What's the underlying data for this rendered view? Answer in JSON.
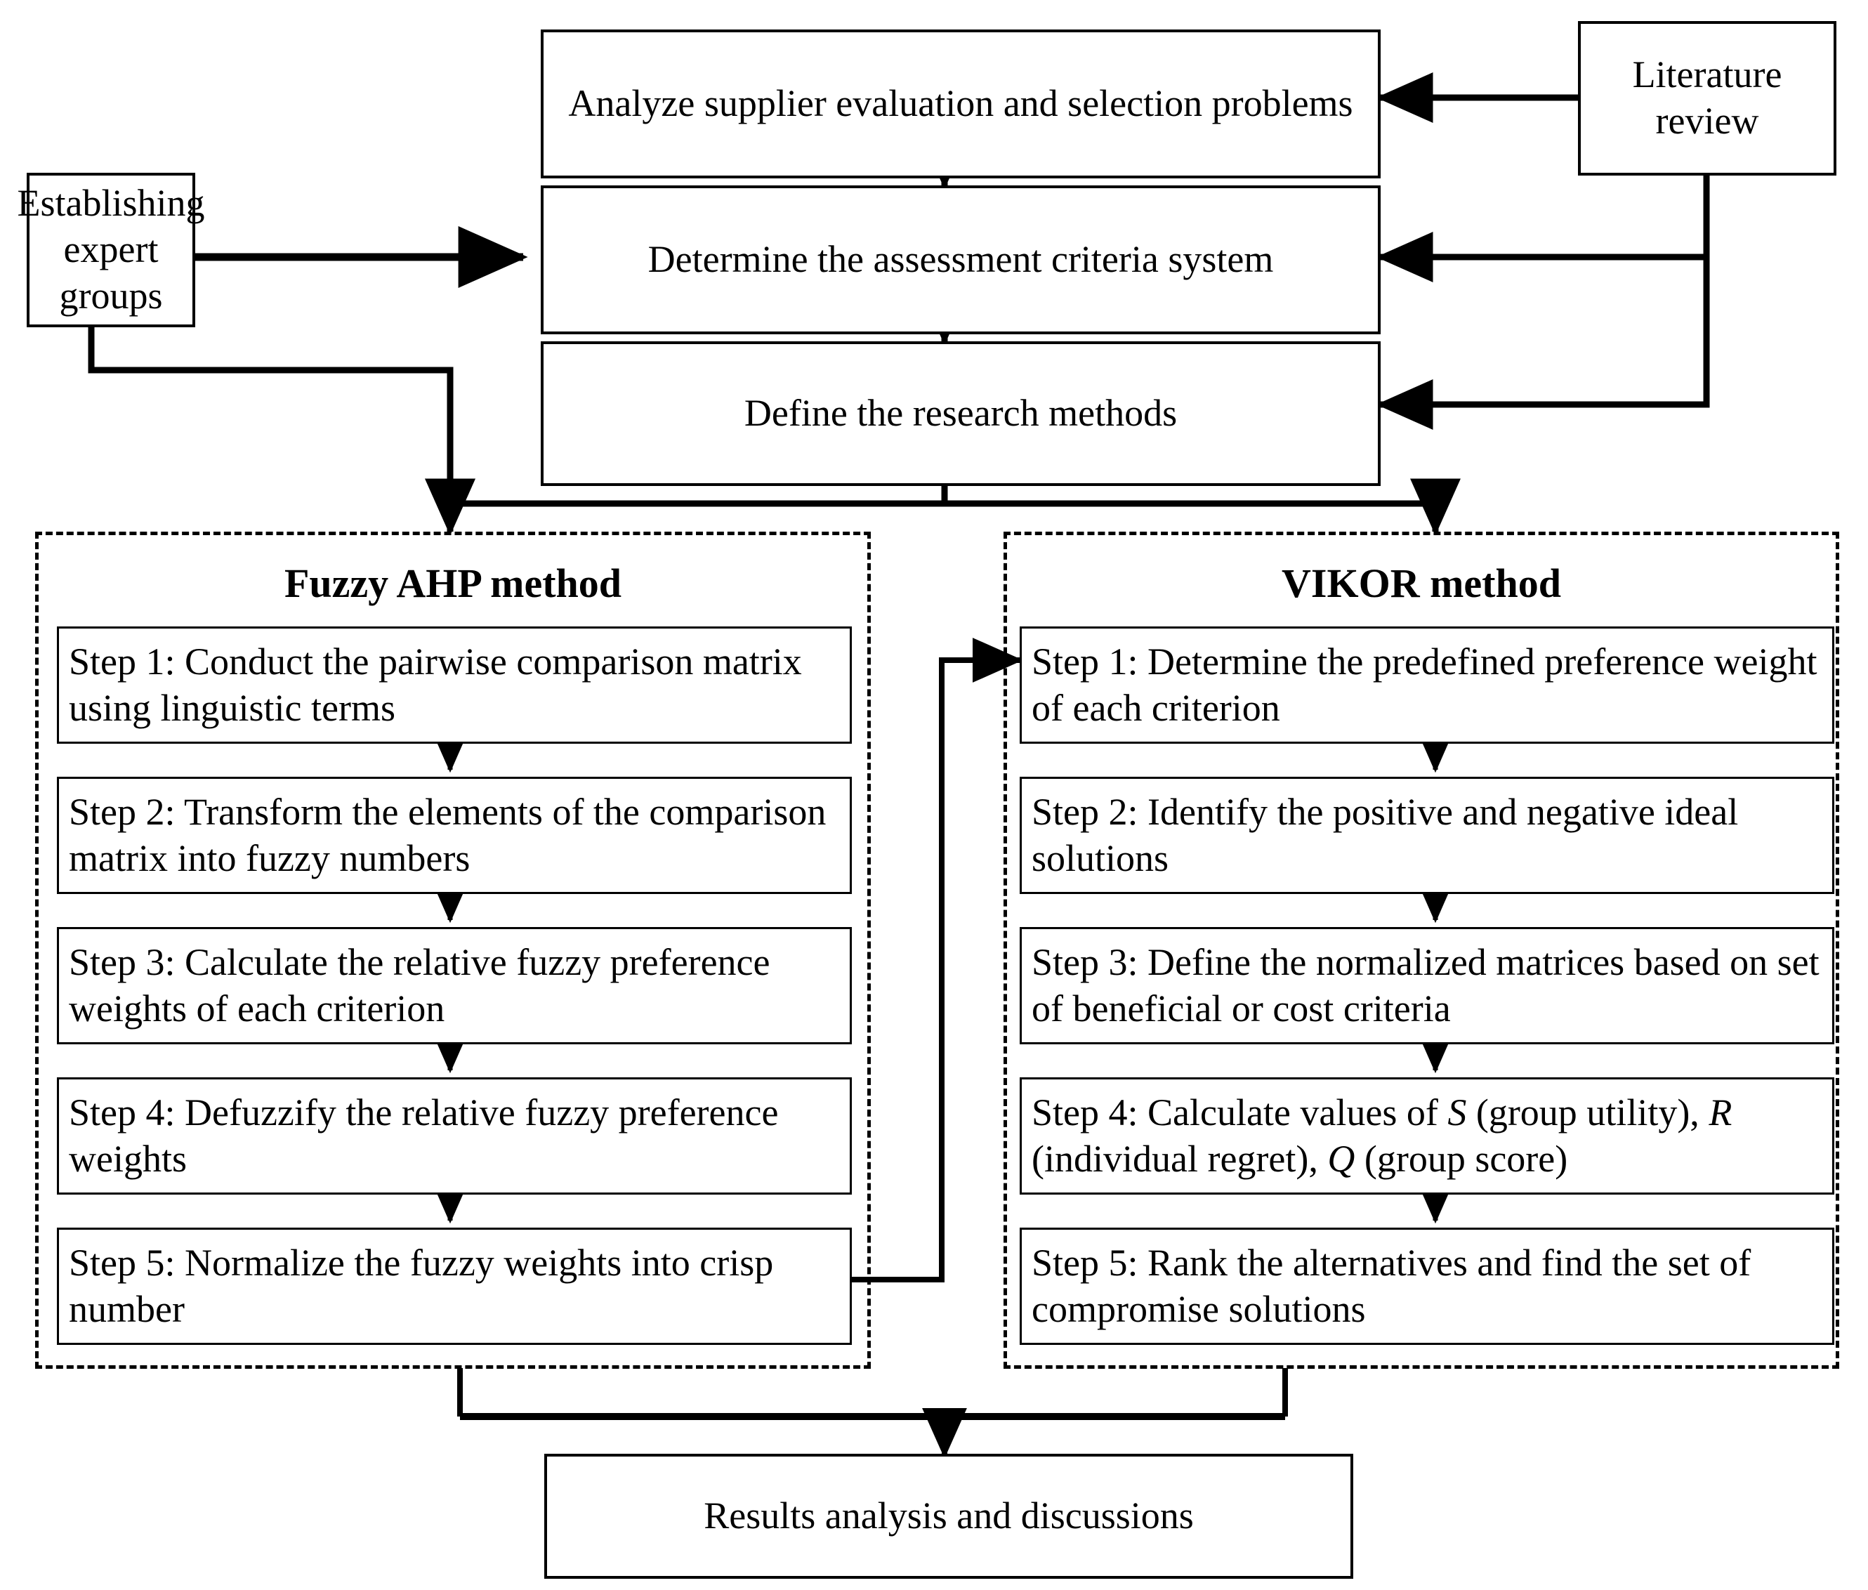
{
  "diagram": {
    "title": "Research framework flowchart: Fuzzy AHP and VIKOR supplier evaluation methodology",
    "nodes": {
      "analyze_problems": "Analyze supplier evaluation and selection problems",
      "literature_review": "Literature review",
      "expert_groups": "Establishing expert groups",
      "determine_criteria": "Determine the assessment criteria system",
      "define_methods": "Define the research methods",
      "results": "Results analysis and discussions"
    },
    "panels": {
      "fuzzy_ahp": {
        "title": "Fuzzy AHP method",
        "steps": [
          "Step 1: Conduct the pairwise comparison matrix using linguistic terms",
          "Step 2: Transform the elements of the comparison matrix into fuzzy numbers",
          "Step 3: Calculate the relative fuzzy preference weights of each criterion",
          "Step 4: Defuzzify the relative fuzzy preference weights",
          "Step 5: Normalize the fuzzy weights into crisp number"
        ]
      },
      "vikor": {
        "title": "VIKOR method",
        "steps": [
          "Step 1: Determine the predefined preference weight of each criterion",
          "Step 2: Identify the positive and negative ideal solutions",
          "Step 3: Define the normalized matrices based on set of beneficial or cost criteria",
          "Step 4: Calculate values of S (group utility), R (individual regret), Q (group score)",
          "Step 5: Rank the alternatives and find the set of compromise solutions"
        ],
        "step4_parts": {
          "a": "Step 4: Calculate values of ",
          "sym_s": "S",
          "b": " (group utility), ",
          "sym_r": "R",
          "c": " (individual regret), ",
          "sym_q": "Q",
          "d": " (group score)"
        }
      }
    },
    "colors": {
      "stroke": "#000000",
      "background": "#ffffff"
    }
  }
}
